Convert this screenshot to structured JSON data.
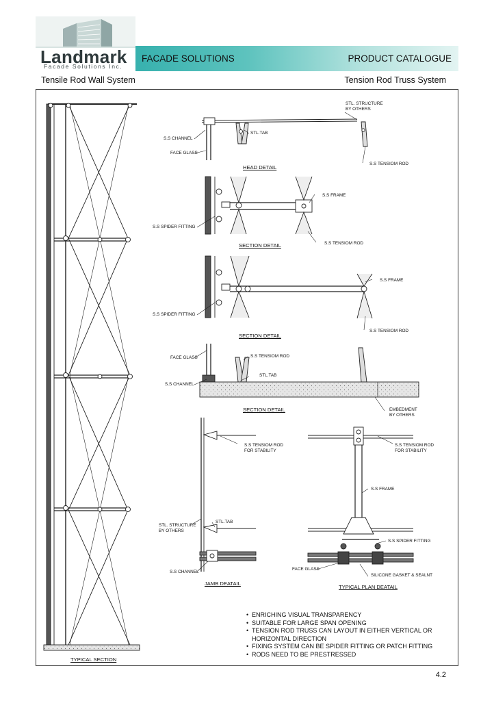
{
  "header": {
    "company": "Landmark",
    "company_sub": "Facade Solutions Inc.",
    "banner_left": "FACADE SOLUTIONS",
    "banner_right": "PRODUCT  CATALOGUE",
    "subtitle_left": "Tensile Rod  Wall System",
    "subtitle_right": "Tension Rod Truss System"
  },
  "drawing_titles": {
    "head_detail": "HEAD DETAIL",
    "section_detail_1": "SECTION DETAIL",
    "section_detail_2": "SECTION DETAIL",
    "section_detail_3": "SECTION DETAIL",
    "jamb_detail": "JAMB DEATAIL",
    "typical_plan_detail": "TYPICAL PLAN DEATAIL",
    "typical_section": "TYPICAL SECTION"
  },
  "callouts": {
    "stl_structure_head": "STL. STRUCTURE\nBY OTHERS",
    "ss_channel_head": "S.S CHANNEL",
    "stl_tab_head": "STL.TAB",
    "face_glass_head": "FACE GLASS",
    "ss_tensiom_rod_head": "S.S TENSIOM ROD",
    "ss_frame_1": "S.S FRAME",
    "ss_spider_fitting_1": "S.S SPIDER FITTING",
    "ss_tensiom_rod_1": "S.S TENSIOM ROD",
    "ss_frame_2": "S.S FRAME",
    "ss_spider_fitting_2": "S.S SPIDER FITTING",
    "ss_tensiom_rod_2": "S.S TENSIOM ROD",
    "face_glass_3": "FACE GLASS",
    "ss_tensiom_rod_3": "S.S TENSIOM ROD",
    "stl_tab_3": "STL.TAB",
    "ss_channel_3": "S.S CHANNEL",
    "embedment": "EMBEDMENT\nBY OTHERS",
    "ss_tensiom_rod_stability_jamb": "S.S TENSIOM ROD\nFOR STABILITY",
    "stl_structure_jamb": "STL. STRUCTURE\nBY OTHERS",
    "stl_tab_jamb": "STL.TAB",
    "ss_channel_jamb": "S.S CHANNEL",
    "ss_tensiom_rod_stability_plan": "S.S TENSIOM ROD\nFOR STABILITY",
    "ss_frame_plan": "S.S FRAME",
    "ss_spider_fitting_plan": "S.S SPIDER FITTING",
    "face_glass_plan": "FACE GLASS",
    "silicone": "SILICONE GASKET & SEALNT"
  },
  "features": [
    "ENRICHING VISUAL TRANSPARENCY",
    "SUITABLE FOR LARGE SPAN OPENING",
    "TENSION ROD TRUSS CAN LAYOUT IN EITHER VERTICAL OR HORIZONTAL DIRECTION",
    " FIXING SYSTEM CAN BE SPIDER FITTING OR  PATCH FITTING",
    " RODS NEED TO BE PRESTRESSED"
  ],
  "page_number": "4.2",
  "colors": {
    "banner_start": "#37b1ae",
    "banner_end": "#e3f4f2",
    "line": "#222222"
  }
}
